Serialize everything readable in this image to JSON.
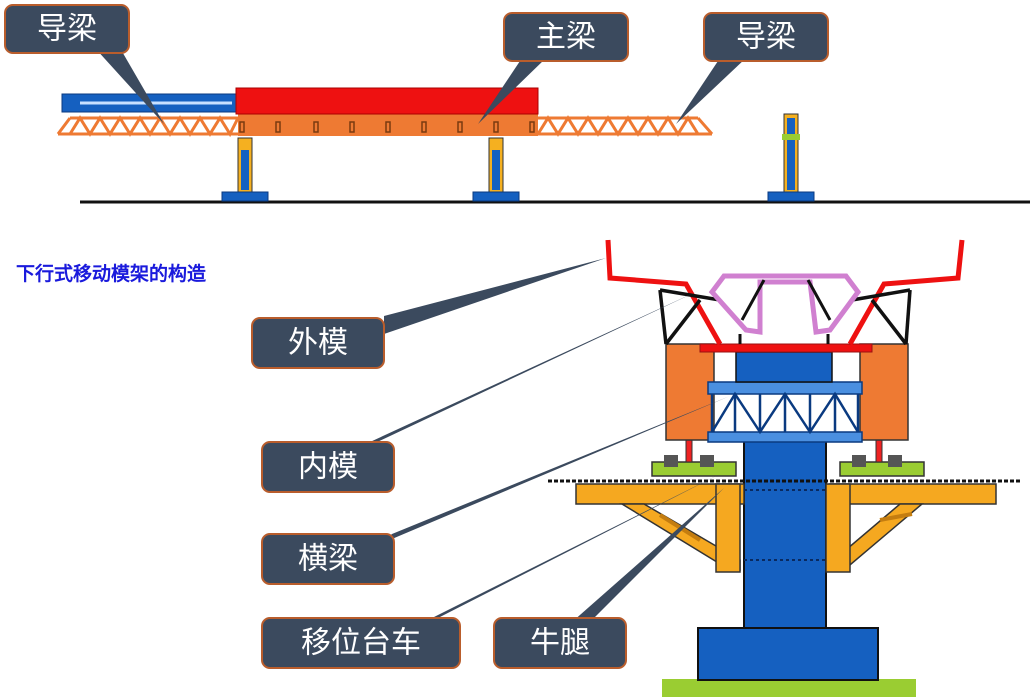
{
  "heading": "下行式移动模架的构造",
  "callouts": {
    "guide_left": "导梁",
    "main_girder": "主梁",
    "guide_right": "导梁",
    "outer_form": "外模",
    "inner_form": "内模",
    "cross_beam": "横梁",
    "shift_trolley": "移位台车",
    "bracket": "牛腿"
  },
  "colors": {
    "callout_fill": "#3b4a5e",
    "callout_border": "#b95d2c",
    "main_girder": "#ee1111",
    "truss": "#ee7a33",
    "steel_blue": "#1560c0",
    "bracket_yellow": "#f5a820",
    "trolley_green": "#9acd32",
    "heading_text": "#1a1adc"
  }
}
